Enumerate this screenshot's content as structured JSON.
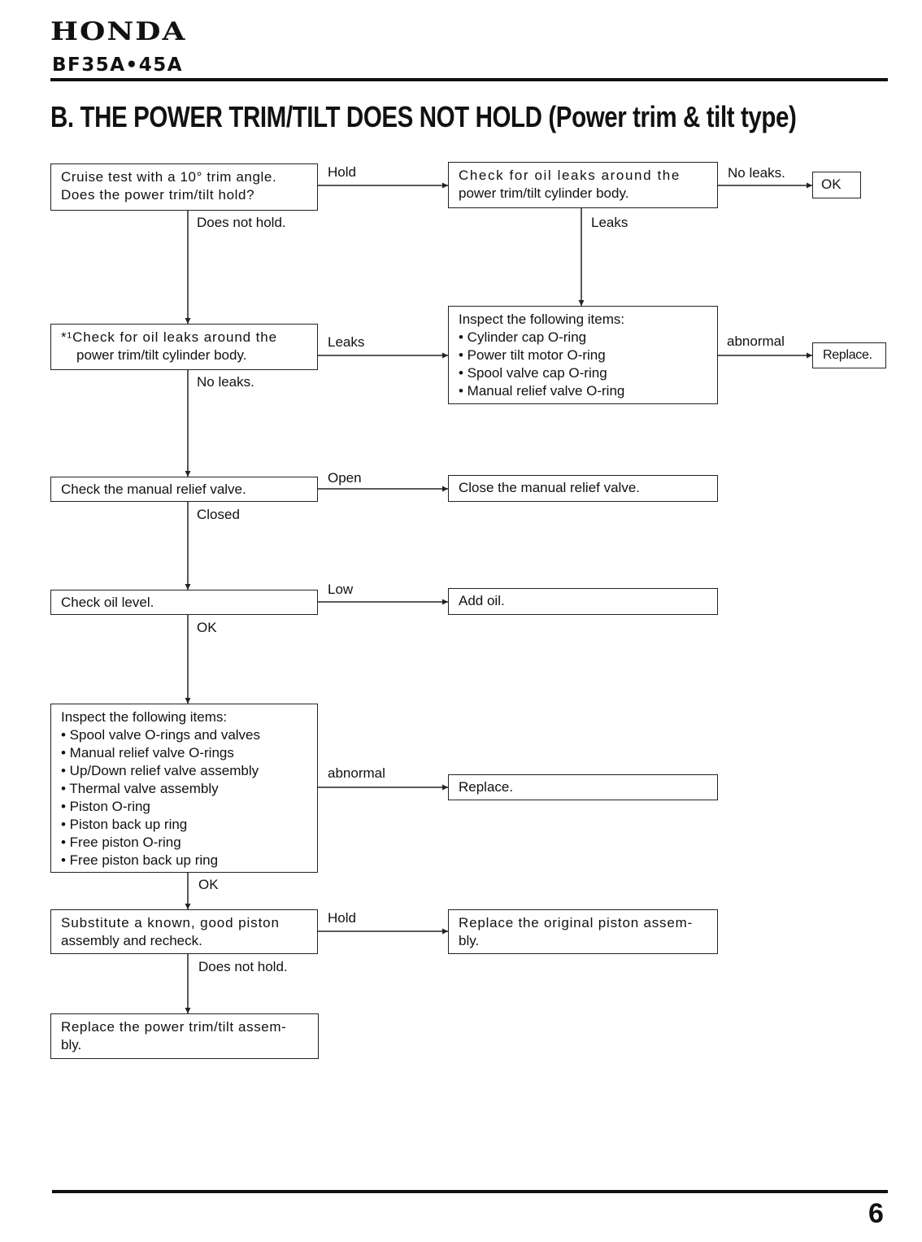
{
  "header": {
    "brand": "HONDA",
    "model": "BF35A•45A"
  },
  "section_title": "B. THE POWER TRIM/TILT DOES NOT HOLD (Power trim & tilt type)",
  "boxes": {
    "cruise_test": [
      "Cruise test with a 10° trim angle.",
      "Does the power trim/tilt hold?"
    ],
    "check_leaks_right": [
      "Check for oil leaks around the",
      "power trim/tilt cylinder body."
    ],
    "ok": "OK",
    "check_leaks_left": {
      "lead": "*¹Check for oil leaks around the",
      "cont": "power trim/tilt cylinder body."
    },
    "inspect_right": [
      "Inspect the following items:",
      "• Cylinder cap O-ring",
      "• Power tilt motor O-ring",
      "• Spool valve cap O-ring",
      "• Manual relief valve O-ring"
    ],
    "replace_right": "Replace.",
    "check_manual": "Check the manual relief valve.",
    "close_manual": "Close the manual relief valve.",
    "check_oil": "Check oil level.",
    "add_oil": "Add oil.",
    "inspect_left": [
      "Inspect the following items:",
      "• Spool valve O-rings and valves",
      "• Manual relief valve O-rings",
      "• Up/Down relief valve assembly",
      "• Thermal valve assembly",
      "• Piston O-ring",
      "• Piston back up ring",
      "• Free piston O-ring",
      "• Free piston back up ring"
    ],
    "replace_mid": "Replace.",
    "substitute": [
      "Substitute a known, good piston",
      "assembly and recheck."
    ],
    "replace_piston": [
      "Replace the original piston assem-",
      "bly."
    ],
    "replace_assembly": [
      "Replace the power trim/tilt assem-",
      "bly."
    ]
  },
  "connector_labels": {
    "hold_1": "Hold",
    "does_not_hold_1": "Does not hold.",
    "no_leaks_1": "No leaks.",
    "leaks_1": "Leaks",
    "leaks_2": "Leaks",
    "abnormal_1": "abnormal",
    "no_leaks_2": "No leaks.",
    "open": "Open",
    "closed": "Closed",
    "low": "Low",
    "ok_1": "OK",
    "abnormal_2": "abnormal",
    "ok_2": "OK",
    "hold_2": "Hold",
    "does_not_hold_2": "Does not hold."
  },
  "footer": {
    "page_number": "6"
  }
}
